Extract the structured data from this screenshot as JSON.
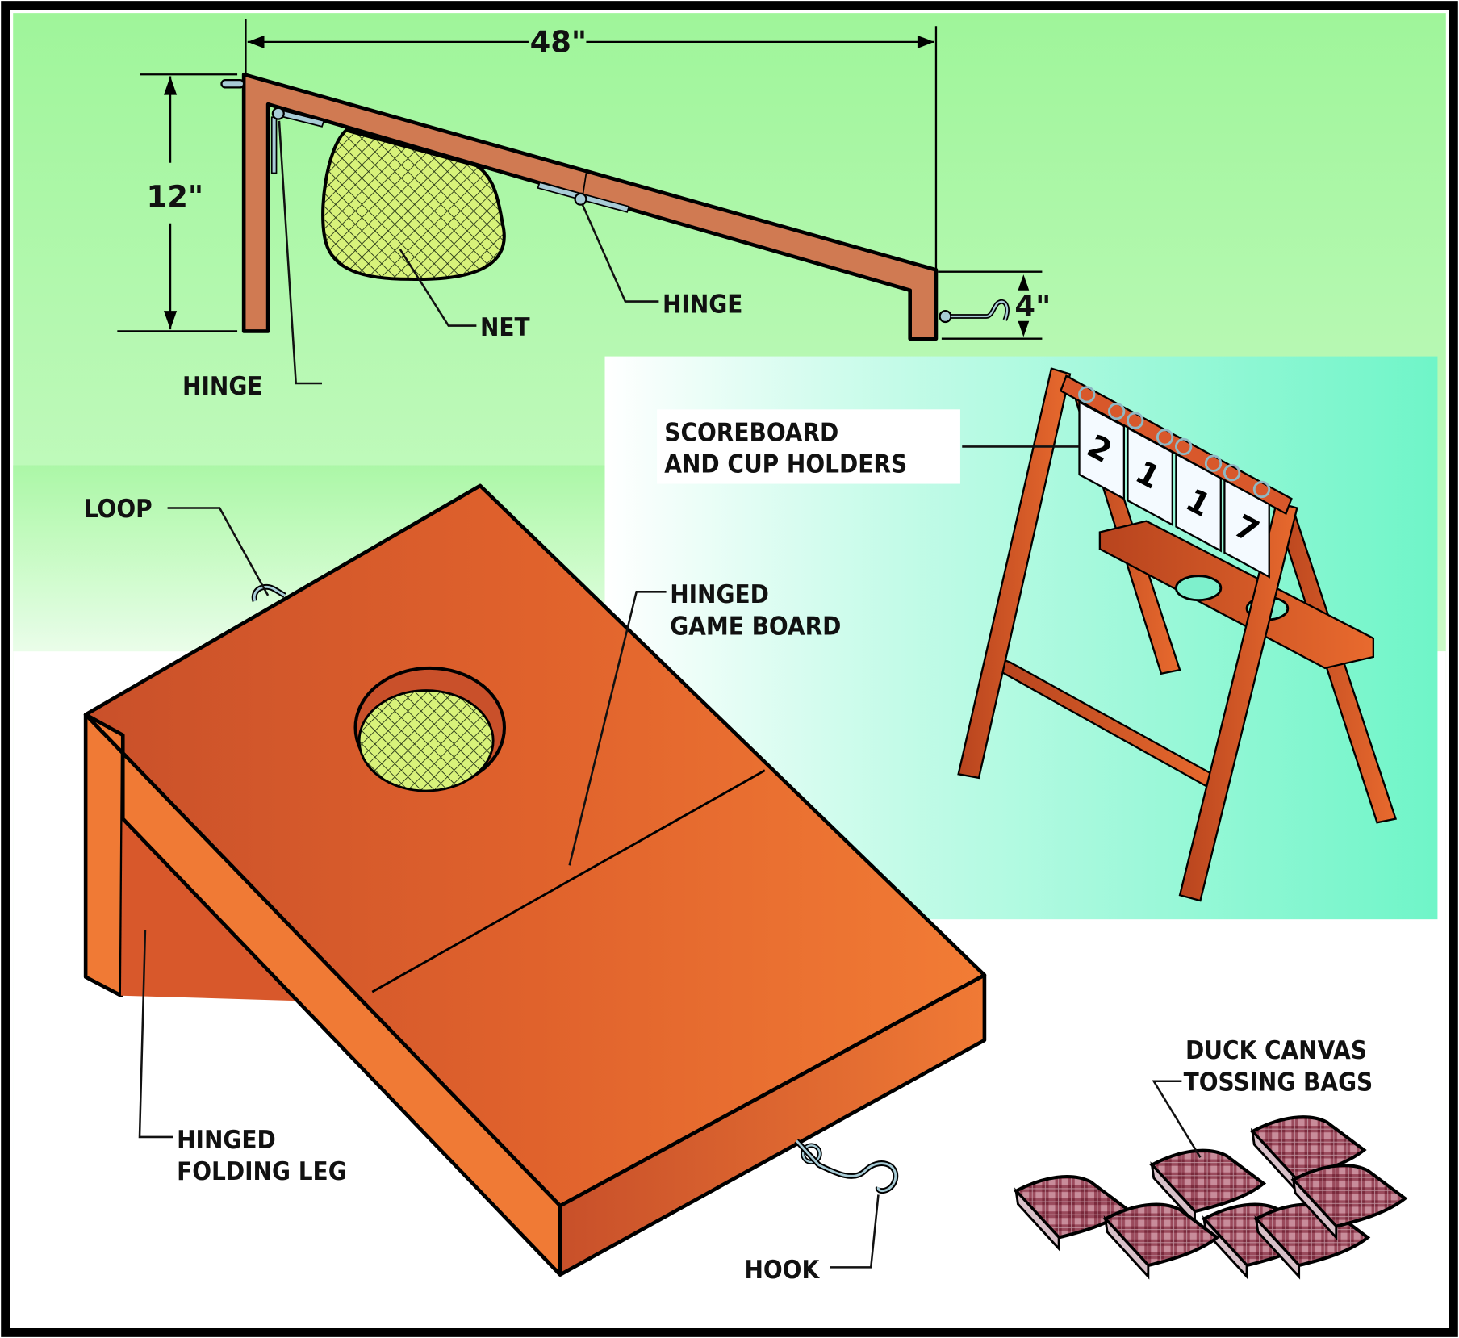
{
  "diagram": {
    "title": "Beanbag toss game board with scoreboard",
    "dimensions": {
      "length": "48\"",
      "height_high_end": "12\"",
      "height_low_end": "4\""
    },
    "side_view_labels": {
      "hinge_left": "HINGE",
      "net": "NET",
      "hinge_middle": "HINGE"
    },
    "main_labels": {
      "loop": "LOOP",
      "game_board_line1": "HINGED",
      "game_board_line2": "GAME BOARD",
      "folding_leg_line1": "HINGED",
      "folding_leg_line2": "FOLDING LEG",
      "hook": "HOOK"
    },
    "scoreboard": {
      "label_line1": "SCOREBOARD",
      "label_line2": "AND CUP HOLDERS",
      "digits": [
        "2",
        "1",
        "1",
        "7"
      ]
    },
    "bags": {
      "label_line1": "DUCK CANVAS",
      "label_line2": "TOSSING BAGS",
      "count": 7
    },
    "colors": {
      "board_orange": "#E0622C",
      "board_dark": "#C9502A",
      "board_light": "#F07A35",
      "side_wood": "#D07A52",
      "net_yellow": "#D8F27A",
      "bag_maroon": "#7A2A3C",
      "bg_green_top": "#9FF59A",
      "bg_teal": "#6FF5C8",
      "hardware": "#A8CCD6"
    }
  }
}
